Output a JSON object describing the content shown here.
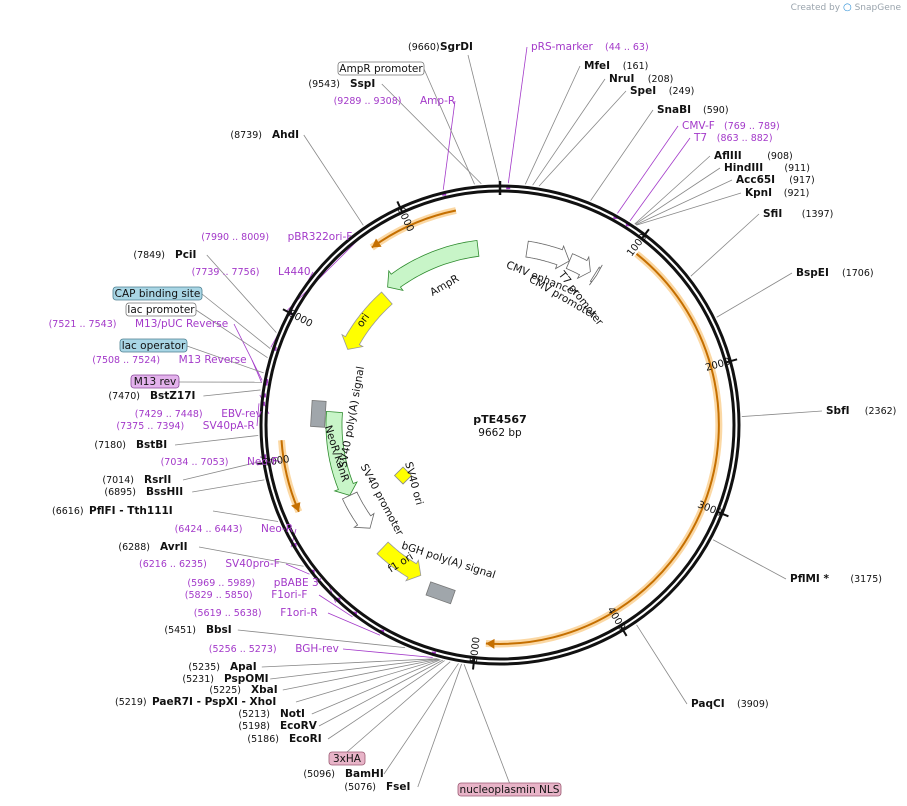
{
  "watermark": {
    "created_by": "Created by",
    "brand": "SnapGene"
  },
  "plasmid": {
    "name": "pTE4567",
    "length_label": "9662 bp",
    "length": 9662
  },
  "colors": {
    "backbone": "#111111",
    "enzyme_text": "#111111",
    "primer": "#a339c9",
    "orf_fill": "#c8f5c8",
    "orf_stroke": "#2e8b2e",
    "ori_fill": "#ffff00",
    "promoter_fill": "#ffffff",
    "polya_fill": "#a0a6ab",
    "orf_arc": "#c56f00",
    "orf_arc_glow": "#fbd8a4",
    "tag_fill": "#e8b4c8",
    "misc_fill": "#a9d6e5"
  },
  "ticks": [
    {
      "bp": 1000,
      "label": "1000"
    },
    {
      "bp": 2000,
      "label": "2000"
    },
    {
      "bp": 3000,
      "label": "3000"
    },
    {
      "bp": 4000,
      "label": "4000"
    },
    {
      "bp": 5000,
      "label": "5000"
    },
    {
      "bp": 7000,
      "label": "7000"
    },
    {
      "bp": 8000,
      "label": "8000"
    },
    {
      "bp": 9000,
      "label": "9000"
    }
  ],
  "right_labels": [
    {
      "pos": "(9660)",
      "name": "SgrDI",
      "bp": 9660,
      "type": "enzyme"
    },
    {
      "pos": "(44 .. 63)",
      "name": "pRS-marker",
      "bp": 53,
      "type": "primer"
    },
    {
      "pos": "(161)",
      "name": "MfeI",
      "bp": 161,
      "type": "enzyme"
    },
    {
      "pos": "(208)",
      "name": "NruI",
      "bp": 208,
      "type": "enzyme"
    },
    {
      "pos": "(249)",
      "name": "SpeI",
      "bp": 249,
      "type": "enzyme"
    },
    {
      "pos": "(590)",
      "name": "SnaBI",
      "bp": 590,
      "type": "enzyme"
    },
    {
      "pos": "(769 .. 789)",
      "name": "CMV-F",
      "bp": 779,
      "type": "primer"
    },
    {
      "pos": "(863 .. 882)",
      "name": "T7",
      "bp": 872,
      "type": "primer"
    },
    {
      "pos": "(908)",
      "name": "AflIII",
      "bp": 908,
      "type": "enzyme"
    },
    {
      "pos": "(911)",
      "name": "HindIII",
      "bp": 911,
      "type": "enzyme"
    },
    {
      "pos": "(917)",
      "name": "Acc65I",
      "bp": 917,
      "type": "enzyme"
    },
    {
      "pos": "(921)",
      "name": "KpnI",
      "bp": 921,
      "type": "enzyme"
    },
    {
      "pos": "(1397)",
      "name": "SfiI",
      "bp": 1397,
      "type": "enzyme"
    },
    {
      "pos": "(1706)",
      "name": "BspEI",
      "bp": 1706,
      "type": "enzyme"
    },
    {
      "pos": "(2362)",
      "name": "SbfI",
      "bp": 2362,
      "type": "enzyme"
    },
    {
      "pos": "(3175)",
      "name": "PflMI *",
      "bp": 3175,
      "type": "enzyme"
    },
    {
      "pos": "(3909)",
      "name": "PaqCI",
      "bp": 3909,
      "type": "enzyme"
    }
  ],
  "left_labels": [
    {
      "pos": "(9543)",
      "name": "SspI",
      "bp": 9543,
      "type": "enzyme"
    },
    {
      "pos": "(9289 .. 9308)",
      "name": "Amp-R",
      "bp": 9298,
      "type": "primer"
    },
    {
      "pos": "(8739)",
      "name": "AhdI",
      "bp": 8739,
      "type": "enzyme"
    },
    {
      "pos": "(7990 .. 8009)",
      "name": "pBR322ori-F",
      "bp": 8000,
      "type": "primer"
    },
    {
      "pos": "(7849)",
      "name": "PciI",
      "bp": 7849,
      "type": "enzyme"
    },
    {
      "pos": "(7739 .. 7756)",
      "name": "L4440",
      "bp": 7748,
      "type": "primer"
    },
    {
      "pos": "(7521 .. 7543)",
      "name": "M13/pUC Reverse",
      "bp": 7532,
      "type": "primer"
    },
    {
      "pos": "(7508 .. 7524)",
      "name": "M13 Reverse",
      "bp": 7516,
      "type": "primer"
    },
    {
      "pos": "(7470)",
      "name": "BstZ17I",
      "bp": 7470,
      "type": "enzyme"
    },
    {
      "pos": "(7429 .. 7448)",
      "name": "EBV-rev",
      "bp": 7438,
      "type": "primer"
    },
    {
      "pos": "(7375 .. 7394)",
      "name": "SV40pA-R",
      "bp": 7384,
      "type": "primer"
    },
    {
      "pos": "(7180)",
      "name": "BstBI",
      "bp": 7180,
      "type": "enzyme"
    },
    {
      "pos": "(7034 .. 7053)",
      "name": "Neo-F",
      "bp": 7043,
      "type": "primer"
    },
    {
      "pos": "(7014)",
      "name": "RsrII",
      "bp": 7014,
      "type": "enzyme"
    },
    {
      "pos": "(6895)",
      "name": "BssHII",
      "bp": 6895,
      "type": "enzyme"
    },
    {
      "pos": "(6616)",
      "name": "PflFI - Tth111I",
      "bp": 6616,
      "type": "enzyme"
    },
    {
      "pos": "(6424 .. 6443)",
      "name": "Neo-R",
      "bp": 6433,
      "type": "primer"
    },
    {
      "pos": "(6288)",
      "name": "AvrII",
      "bp": 6288,
      "type": "enzyme"
    },
    {
      "pos": "(6216 .. 6235)",
      "name": "SV40pro-F",
      "bp": 6225,
      "type": "primer"
    },
    {
      "pos": "(5969 .. 5989)",
      "name": "pBABE 3'",
      "bp": 5979,
      "type": "primer"
    },
    {
      "pos": "(5829 .. 5850)",
      "name": "F1ori-F",
      "bp": 5839,
      "type": "primer"
    },
    {
      "pos": "(5619 .. 5638)",
      "name": "F1ori-R",
      "bp": 5628,
      "type": "primer"
    },
    {
      "pos": "(5451)",
      "name": "BbsI",
      "bp": 5451,
      "type": "enzyme"
    },
    {
      "pos": "(5256 .. 5273)",
      "name": "BGH-rev",
      "bp": 5264,
      "type": "primer"
    },
    {
      "pos": "(5235)",
      "name": "ApaI",
      "bp": 5235,
      "type": "enzyme"
    },
    {
      "pos": "(5231)",
      "name": "PspOMI",
      "bp": 5231,
      "type": "enzyme"
    },
    {
      "pos": "(5225)",
      "name": "XbaI",
      "bp": 5225,
      "type": "enzyme"
    },
    {
      "pos": "(5219)",
      "name": "PaeR7I - PspXI - XhoI",
      "bp": 5219,
      "type": "enzyme"
    },
    {
      "pos": "(5213)",
      "name": "NotI",
      "bp": 5213,
      "type": "enzyme"
    },
    {
      "pos": "(5198)",
      "name": "EcoRV",
      "bp": 5198,
      "type": "enzyme"
    },
    {
      "pos": "(5186)",
      "name": "EcoRI",
      "bp": 5186,
      "type": "enzyme"
    },
    {
      "pos": "(5096)",
      "name": "BamHI",
      "bp": 5096,
      "type": "enzyme"
    },
    {
      "pos": "(5076)",
      "name": "FseI",
      "bp": 5076,
      "type": "enzyme"
    }
  ],
  "boxed_labels": [
    {
      "name": "AmpR promoter",
      "bp": 9500,
      "style": "white"
    },
    {
      "name": "CAP binding site",
      "bp": 7740,
      "style": "blue"
    },
    {
      "name": "lac promoter",
      "bp": 7680,
      "style": "white"
    },
    {
      "name": "lac operator",
      "bp": 7580,
      "style": "blue"
    },
    {
      "name": "M13 rev",
      "bp": 7520,
      "style": "purple"
    },
    {
      "name": "3xHA",
      "bp": 5150,
      "style": "pink"
    },
    {
      "name": "nucleoplasmin NLS",
      "bp": 5060,
      "style": "pink"
    }
  ],
  "features": [
    {
      "name": "CMV enhancer",
      "start": 235,
      "end": 615,
      "type": "promoter",
      "strand": 1
    },
    {
      "name": "CMV promoter",
      "start": 616,
      "end": 819,
      "type": "promoter",
      "strand": 1
    },
    {
      "name": "T7 promoter",
      "start": 863,
      "end": 881,
      "type": "promoter",
      "strand": 1
    },
    {
      "name": "AmpR",
      "start": 8611,
      "end": 9471,
      "type": "orf",
      "strand": -1
    },
    {
      "name": "ori",
      "start": 7955,
      "end": 8543,
      "type": "ori",
      "strand": -1
    },
    {
      "name": "SV40 poly(A) signal",
      "start": 7280,
      "end": 7401,
      "type": "polya",
      "strand": -1
    },
    {
      "name": "NeoR/KanR",
      "start": 6573,
      "end": 7367,
      "type": "orf",
      "strand": -1
    },
    {
      "name": "SV40 promoter",
      "start": 6215,
      "end": 6572,
      "type": "promoter",
      "strand": -1
    },
    {
      "name": "SV40 ori",
      "start": 6423,
      "end": 6558,
      "type": "ori_box",
      "strand": 0
    },
    {
      "name": "f1 ori",
      "start": 5576,
      "end": 6004,
      "type": "ori",
      "strand": -1
    },
    {
      "name": "bGH poly(A) signal",
      "start": 5242,
      "end": 5466,
      "type": "polya",
      "strand": 0
    }
  ],
  "orf_arcs": [
    {
      "start": 1035,
      "end": 4930,
      "strand": 1
    },
    {
      "start": 8700,
      "end": 9350,
      "strand": -1
    },
    {
      "start": 6620,
      "end": 7140,
      "strand": -1
    }
  ]
}
